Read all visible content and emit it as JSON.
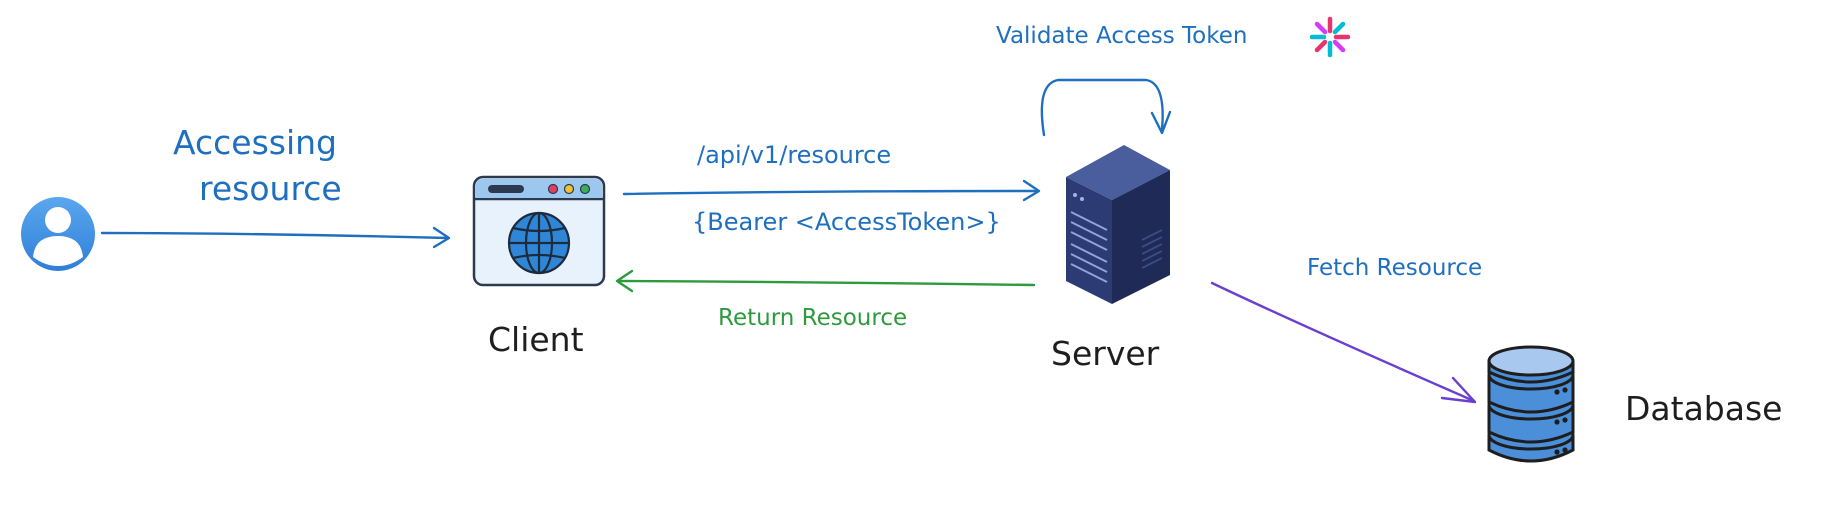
{
  "labels": {
    "accessing_line1": "Accessing",
    "accessing_line2": "resource",
    "client": "Client",
    "request_path": "/api/v1/resource",
    "bearer": "{Bearer <AccessToken>}",
    "return_resource": "Return Resource",
    "validate_token": "Validate Access Token",
    "server": "Server",
    "fetch_resource": "Fetch Resource",
    "database": "Database"
  },
  "icons": {
    "user": "user-avatar-icon",
    "client": "browser-window-globe-icon",
    "server": "server-rack-icon",
    "database": "database-stack-icon",
    "jwt": "jwt-logo-icon"
  },
  "colors": {
    "blue": "#1f6fbf",
    "green": "#2e9a3e",
    "purple": "#6a3fd1",
    "text": "#1e1e1e"
  }
}
